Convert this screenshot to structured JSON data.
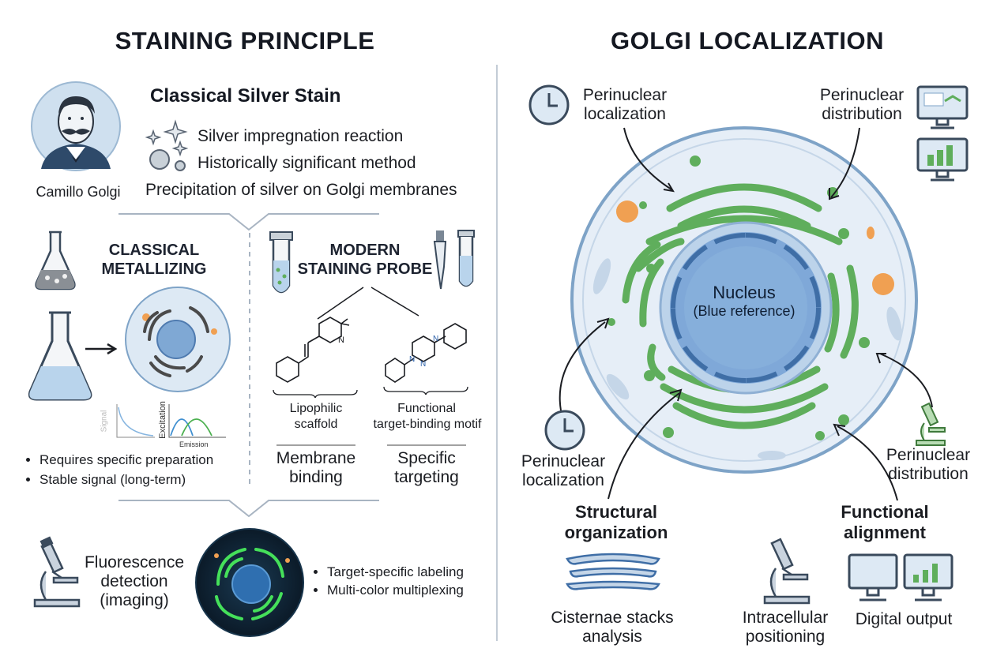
{
  "left": {
    "title": "STAINING PRINCIPLE",
    "portrait_label": "Camillo Golgi",
    "classical": {
      "heading": "Classical Silver Stain",
      "lines": [
        "Silver impregnation reaction",
        "Historically significant method",
        "Precipitation of silver on Golgi membranes"
      ]
    },
    "metallizing": {
      "heading_1": "CLASSICAL",
      "heading_2": "METALLIZING",
      "spectrum_y1": "Excitation",
      "spectrum_y2": "Signal",
      "spectrum_x": "Emission",
      "bullets": [
        "Requires specific preparation",
        "Stable signal (long-term)"
      ]
    },
    "probe": {
      "heading_1": "MODERN",
      "heading_2": "STAINING PROBE",
      "scaffold_1": "Lipophilic",
      "scaffold_2": "scaffold",
      "motif_1": "Functional",
      "motif_2": "target-binding motif",
      "n_label": "N",
      "result_a_1": "Membrane",
      "result_a_2": "binding",
      "result_b_1": "Specific",
      "result_b_2": "targeting"
    },
    "fluorescence": {
      "label_1": "Fluorescence",
      "label_2": "detection",
      "label_3": "(imaging)",
      "bullets": [
        "Target-specific labeling",
        "Multi-color multiplexing"
      ]
    }
  },
  "right": {
    "title": "GOLGI LOCALIZATION",
    "nucleus_label": "Nucleus",
    "nucleus_sub": "(Blue reference)",
    "perinuclear_localization_1": "Perinuclear",
    "perinuclear_localization_2": "localization",
    "perinuclear_distribution_1": "Perinuclear",
    "perinuclear_distribution_2": "distribution",
    "structural_1": "Structural",
    "structural_2": "organization",
    "functional_1": "Functional",
    "functional_2": "alignment",
    "cisternae_1": "Cisternae stacks",
    "cisternae_2": "analysis",
    "intracellular_1": "Intracellular",
    "intracellular_2": "positioning",
    "digital": "Digital output"
  },
  "colors": {
    "golgi_green": "#5fae5c",
    "nucleus_blue": "#6f9fd1",
    "cell_fill": "#e6eef7",
    "accent_orange": "#f0a052",
    "fluor_bg": "#0f2437",
    "fluor_green": "#45e05a",
    "icon_stroke": "#3a4a5c"
  }
}
